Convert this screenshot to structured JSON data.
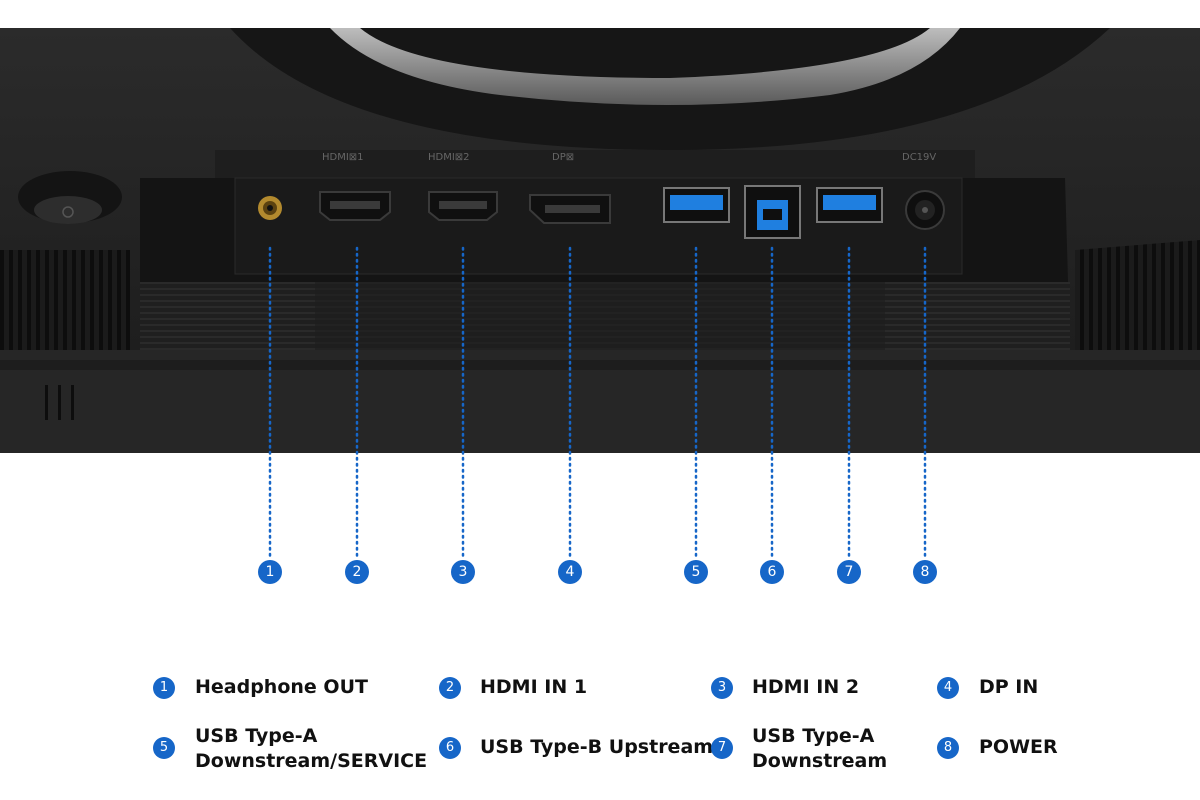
{
  "colors": {
    "accent_blue": "#1666c8",
    "monitor_body": "#1e1e1e",
    "background": "#ffffff",
    "text": "#111111"
  },
  "port_silkscreen": {
    "hdmi1": "HDMI⊠1",
    "hdmi2": "HDMI⊠2",
    "dp": "DP⊠",
    "dc": "DC19V"
  },
  "ports": [
    {
      "number": "1",
      "label": "Headphone OUT",
      "icon": "headphone-jack-icon"
    },
    {
      "number": "2",
      "label": "HDMI IN 1",
      "icon": "hdmi-port-icon"
    },
    {
      "number": "3",
      "label": "HDMI IN 2",
      "icon": "hdmi-port-icon"
    },
    {
      "number": "4",
      "label": "DP IN",
      "icon": "displayport-icon"
    },
    {
      "number": "5",
      "label": "USB Type-A\nDownstream/SERVICE",
      "icon": "usb-a-port-icon"
    },
    {
      "number": "6",
      "label": "USB Type-B Upstream",
      "icon": "usb-b-port-icon"
    },
    {
      "number": "7",
      "label": "USB Type-A\nDownstream",
      "icon": "usb-a-port-icon"
    },
    {
      "number": "8",
      "label": "POWER",
      "icon": "power-jack-icon"
    }
  ]
}
